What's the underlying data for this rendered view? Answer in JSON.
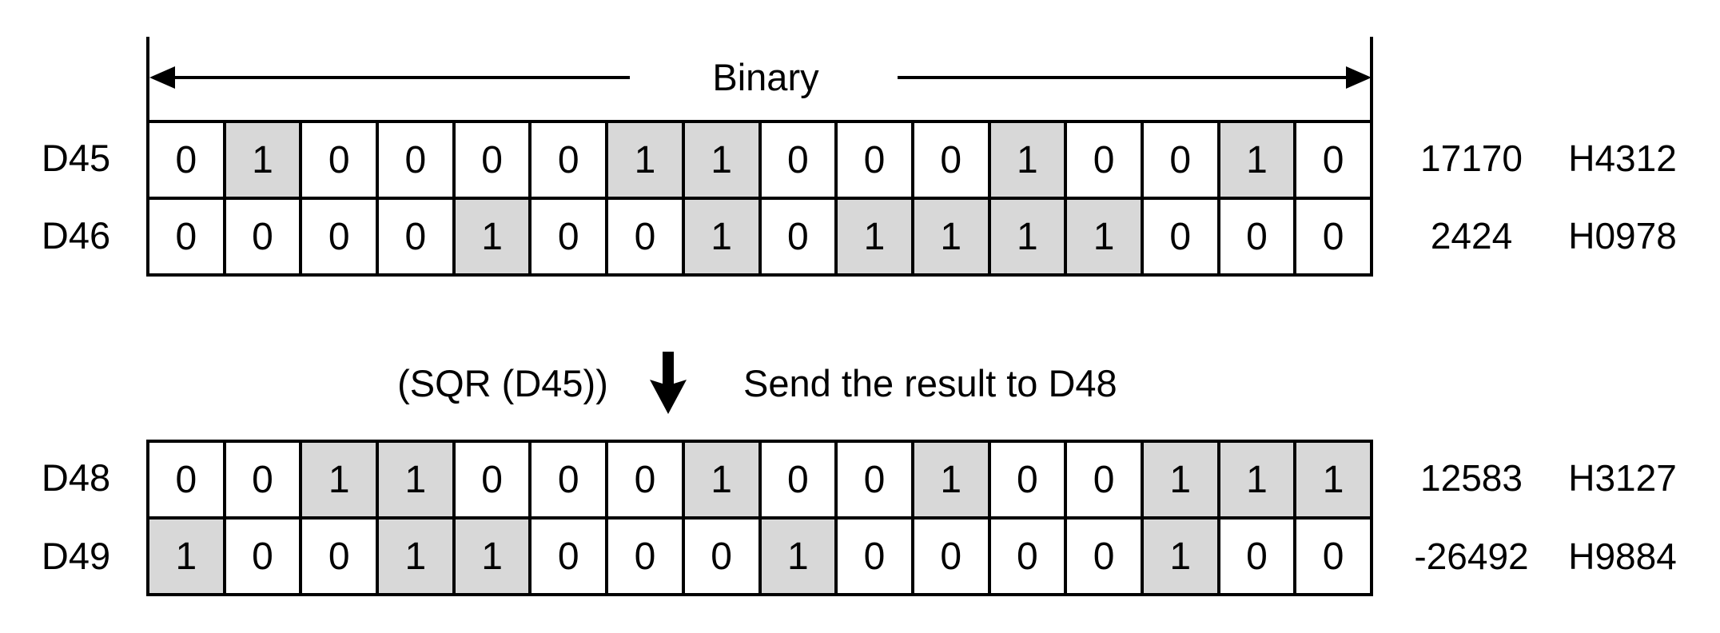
{
  "title_label": "Binary",
  "operation": {
    "formula": "(SQR (D45))",
    "description": "Send the result to D48"
  },
  "registers": [
    {
      "name": "D45",
      "bits": [
        0,
        1,
        0,
        0,
        0,
        0,
        1,
        1,
        0,
        0,
        0,
        1,
        0,
        0,
        1,
        0
      ],
      "decimal": "17170",
      "hex": "H4312"
    },
    {
      "name": "D46",
      "bits": [
        0,
        0,
        0,
        0,
        1,
        0,
        0,
        1,
        0,
        1,
        1,
        1,
        1,
        0,
        0,
        0
      ],
      "decimal": "2424",
      "hex": "H0978"
    },
    {
      "name": "D48",
      "bits": [
        0,
        0,
        1,
        1,
        0,
        0,
        0,
        1,
        0,
        0,
        1,
        0,
        0,
        1,
        1,
        1
      ],
      "decimal": "12583",
      "hex": "H3127"
    },
    {
      "name": "D49",
      "bits": [
        1,
        0,
        0,
        1,
        1,
        0,
        0,
        0,
        1,
        0,
        0,
        0,
        0,
        1,
        0,
        0
      ],
      "decimal": "-26492",
      "hex": "H9884"
    }
  ],
  "colors": {
    "bit_on_fill": "#d8d8d8",
    "bit_off_fill": "#ffffff",
    "line": "#000000",
    "text": "#000000"
  },
  "icons": {
    "down_arrow": "thick-down-arrow",
    "span_arrow": "double-headed-horizontal-arrow"
  }
}
